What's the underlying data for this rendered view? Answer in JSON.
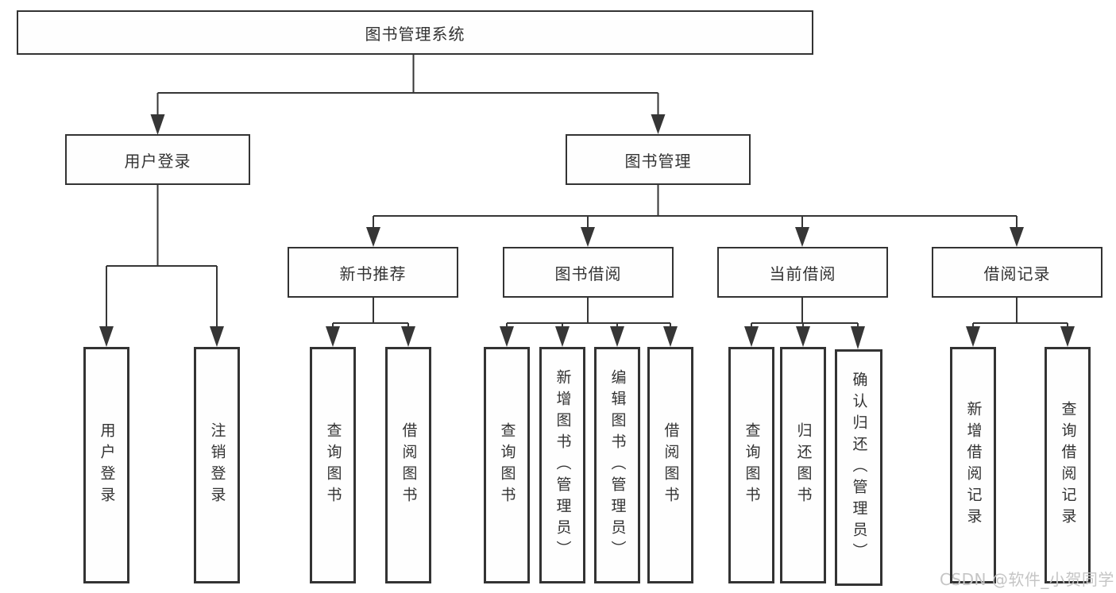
{
  "watermark": "CSDN @软件_小贺同学",
  "tree": {
    "root": {
      "label": "图书管理系统"
    },
    "branches": [
      {
        "label": "用户登录",
        "children": [
          {
            "label": "用户登录"
          },
          {
            "label": "注销登录"
          }
        ]
      },
      {
        "label": "图书管理",
        "children": [
          {
            "label": "新书推荐",
            "children": [
              {
                "label": "查询图书"
              },
              {
                "label": "借阅图书"
              }
            ]
          },
          {
            "label": "图书借阅",
            "children": [
              {
                "label": "查询图书"
              },
              {
                "label": "新增图书（管理员）"
              },
              {
                "label": "编辑图书（管理员）"
              },
              {
                "label": "借阅图书"
              }
            ]
          },
          {
            "label": "当前借阅",
            "children": [
              {
                "label": "查询图书"
              },
              {
                "label": "归还图书"
              },
              {
                "label": "确认归还（管理员）"
              }
            ]
          },
          {
            "label": "借阅记录",
            "children": [
              {
                "label": "新增借阅记录"
              },
              {
                "label": "查询借阅记录"
              }
            ]
          }
        ]
      }
    ]
  },
  "colors": {
    "line": "#363636",
    "box_border": "#333333",
    "text": "#333333",
    "background": "#ffffff",
    "watermark": "#c5c5c5"
  }
}
